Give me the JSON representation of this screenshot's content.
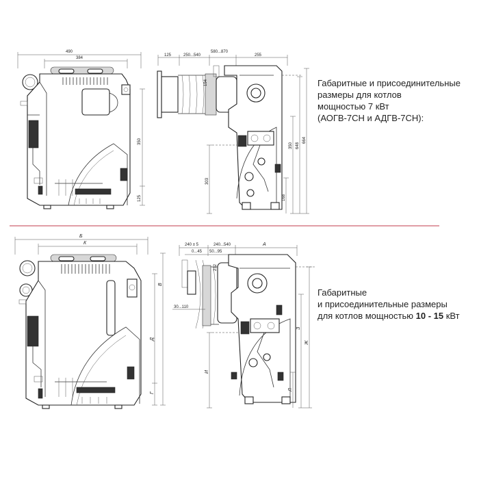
{
  "captions": {
    "top": {
      "line1": "Габаритные и присоединительные",
      "line2": "размеры для котлов",
      "line3": "мощностью 7 кВт",
      "line4": "(АОГВ-7СН и АДГВ-7СН):"
    },
    "bottom": {
      "line1": "Габаритные",
      "line2": "и присоединительные размеры",
      "line3_prefix": "для котлов мощностью",
      "line3_bold": "10 - 15",
      "line3_suffix": "кВт"
    }
  },
  "divider_color": "#c0394b",
  "top_front": {
    "width_total": "490",
    "width_inner": "384",
    "height_350": "350",
    "height_125": "125"
  },
  "top_side": {
    "d125": "125",
    "d250_540": "250...540",
    "d580_870": "580...870",
    "d255": "255",
    "d194": "194",
    "d303": "303",
    "d350": "350",
    "d648": "648",
    "d664": "664",
    "d168": "168"
  },
  "bottom_front": {
    "B": "Б",
    "K": "К",
    "V": "В",
    "D": "Д",
    "G": "Г"
  },
  "bottom_side": {
    "d240_15": "240 ± 5",
    "d240_540": "240...540",
    "A": "А",
    "d0_45": "0...45",
    "d50_95": "50...95",
    "d232": "232",
    "d30_110": "30...110",
    "Z": "З",
    "ZH": "Ж",
    "I": "И",
    "L": "Л"
  }
}
